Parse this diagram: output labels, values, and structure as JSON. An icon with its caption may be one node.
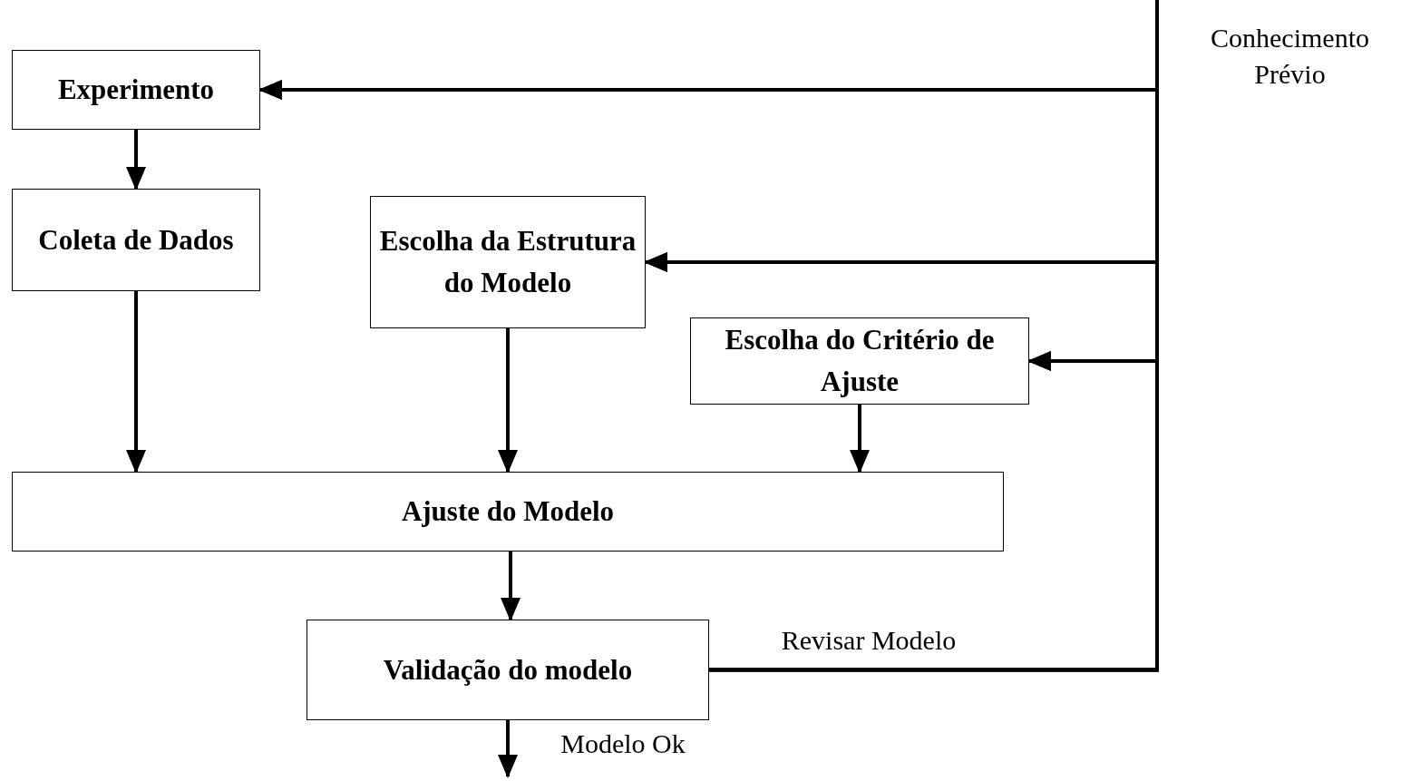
{
  "diagram": {
    "nodes": [
      {
        "text": [
          "Experimento"
        ]
      },
      {
        "text": [
          "Coleta de Dados"
        ]
      },
      {
        "text": [
          "Escolha da Estrutura do Modelo"
        ]
      },
      {
        "text": [
          "Escolha do Critério de Ajuste"
        ]
      },
      {
        "text": [
          "Ajuste do Modelo"
        ]
      },
      {
        "text": [
          "Validação do modelo"
        ]
      }
    ],
    "edges": [
      {
        "from": 0,
        "to": 1,
        "arrow": "to"
      },
      {
        "from": 1,
        "to": 4,
        "arrow": "to"
      },
      {
        "from": 2,
        "to": 4,
        "arrow": "to"
      },
      {
        "from": 3,
        "to": 4,
        "arrow": "to"
      },
      {
        "from": 4,
        "to": 5,
        "arrow": "to"
      },
      {
        "from": 5,
        "to": null,
        "arrow": "to",
        "label": "Modelo Ok"
      },
      {
        "from": null,
        "to": 0,
        "arrow": "to",
        "label": "Conhecimento Prévio"
      },
      {
        "from": null,
        "to": 2,
        "arrow": "to"
      },
      {
        "from": null,
        "to": 3,
        "arrow": "to"
      },
      {
        "from": 5,
        "to": 0,
        "arrow": "to",
        "label": "Revisar Modelo"
      },
      {
        "from": 5,
        "to": 2,
        "arrow": "to"
      },
      {
        "from": 5,
        "to": 3,
        "arrow": "to"
      }
    ]
  }
}
